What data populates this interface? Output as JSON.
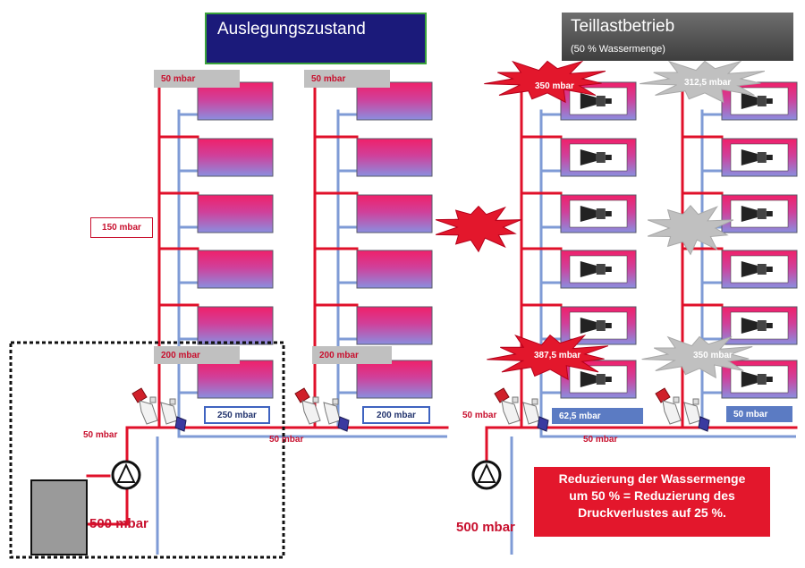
{
  "left_panel": {
    "title": "Auslegungszustand",
    "tags": {
      "top_a": "50 mbar",
      "top_b": "50 mbar",
      "mid": "150 mbar",
      "bottom_a": "200 mbar",
      "bottom_b": "200 mbar",
      "valve_a": "250 mbar",
      "valve_b": "200 mbar",
      "pipe_left": "50 mbar",
      "pipe_mid": "50 mbar",
      "pump": "500 mbar"
    }
  },
  "right_panel": {
    "title": "Teillastbetrieb",
    "subtitle": "(50 % Wassermenge)",
    "bursts": {
      "top_a": "350 mbar",
      "top_b": "312,5 mbar",
      "bottom_a": "387,5 mbar",
      "bottom_b": "350 mbar"
    },
    "tags": {
      "valve_a": "62,5 mbar",
      "valve_b": "50 mbar",
      "pipe_left": "50 mbar",
      "pipe_mid": "50 mbar",
      "pump": "500 mbar"
    },
    "note": {
      "line1": "Reduzierung der Wassermenge",
      "line2": "um 50 % = Reduzierung des",
      "line3": "Druckverlustes auf 25 %."
    }
  },
  "colors": {
    "supply_pipe": "#e0102a",
    "return_pipe": "#7f9bd6",
    "title_left_bg": "#1b1a7a",
    "title_right_bg": "#555555",
    "note_bg": "#e3172c"
  }
}
